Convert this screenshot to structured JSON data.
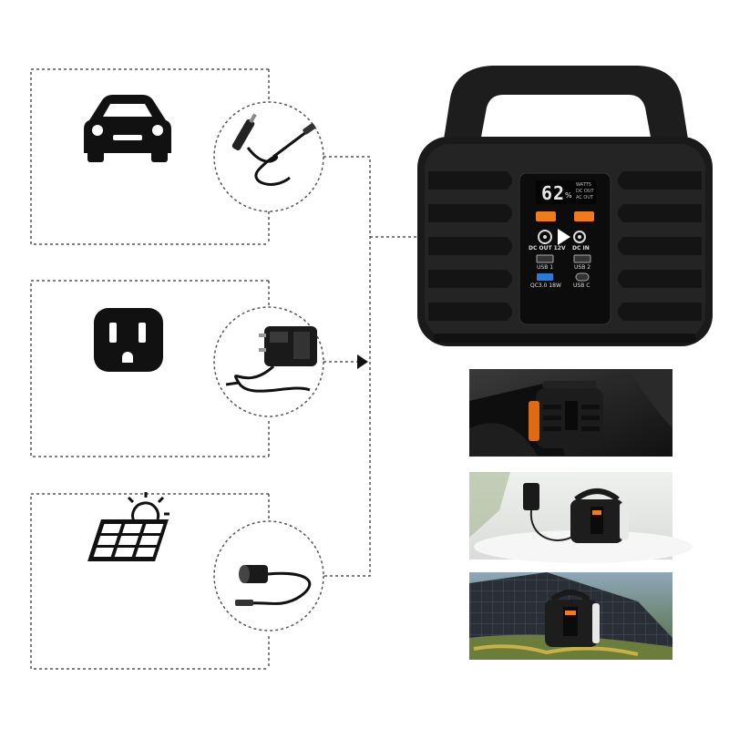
{
  "sources": [
    {
      "name": "car",
      "icon": "car-icon",
      "cable": "car-charger-cable"
    },
    {
      "name": "wall-outlet",
      "icon": "outlet-icon",
      "cable": "ac-adapter"
    },
    {
      "name": "solar",
      "icon": "solar-panel-icon",
      "cable": "solar-adapter-cable"
    }
  ],
  "device": {
    "display": {
      "level": "62",
      "unit": "%",
      "line1": "WATTS",
      "line2": "DC OUT",
      "line3": "AC OUT"
    },
    "dc_out_label": "DC OUT 12V",
    "dc_in_label": "DC IN",
    "usb1_label": "USB 1",
    "usb2_label": "USB 2",
    "qc_label": "QC3.0 18W",
    "usbc_label": "USB C"
  },
  "photos": [
    "in-car",
    "indoor-phone-charging",
    "outdoor-solar"
  ],
  "colors": {
    "device_body": "#1a1a1a",
    "accent_orange": "#f07b1c",
    "usb_blue": "#2a7bd8",
    "dashed_line": "#555555"
  }
}
